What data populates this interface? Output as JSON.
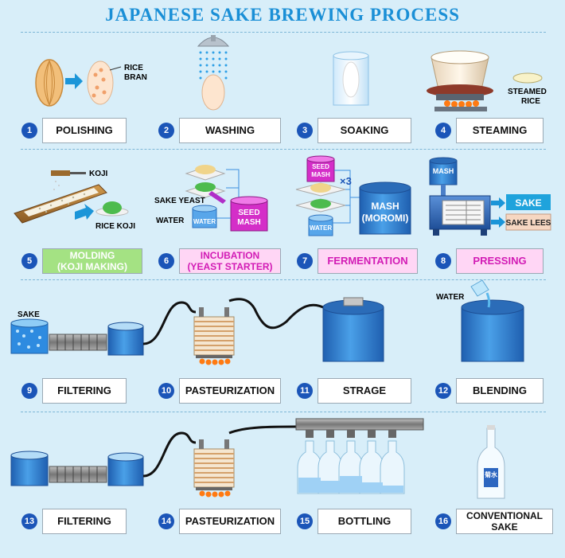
{
  "title": "JAPANESE SAKE BREWING PROCESS",
  "steps": [
    {
      "num": "1",
      "label": "POLISHING"
    },
    {
      "num": "2",
      "label": "WASHING"
    },
    {
      "num": "3",
      "label": "SOAKING"
    },
    {
      "num": "4",
      "label": "STEAMING"
    },
    {
      "num": "5",
      "label": "MOLDING",
      "label2": "(KOJI MAKING)"
    },
    {
      "num": "6",
      "label": "INCUBATION",
      "label2": "(YEAST STARTER)"
    },
    {
      "num": "7",
      "label": "FERMENTATION"
    },
    {
      "num": "8",
      "label": "PRESSING"
    },
    {
      "num": "9",
      "label": "FILTERING"
    },
    {
      "num": "10",
      "label": "PASTEURIZATION"
    },
    {
      "num": "11",
      "label": "STRAGE"
    },
    {
      "num": "12",
      "label": "BLENDING"
    },
    {
      "num": "13",
      "label": "FILTERING"
    },
    {
      "num": "14",
      "label": "PASTEURIZATION"
    },
    {
      "num": "15",
      "label": "BOTTLING"
    },
    {
      "num": "16",
      "label": "CONVENTIONAL SAKE"
    }
  ],
  "labels": {
    "rice": "RICE",
    "bran": "BRAN",
    "steamed": "STEAMED",
    "steamed_rice": "RICE",
    "koji": "KOJI",
    "rice_koji": "RICE KOJI",
    "sake_yeast": "SAKE YEAST",
    "water": "WATER",
    "water_tank": "WATER",
    "seed_mash_1": "SEED",
    "seed_mash_2": "MASH",
    "seed_small_1": "SEED",
    "seed_small_2": "MASH",
    "water_small": "WATER",
    "times3": "×3",
    "mash_big_1": "MASH",
    "mash_big_2": "(MOROMI)",
    "mash_press": "MASH",
    "out_sake": "SAKE",
    "out_lees": "SAKE LEES",
    "sake_tank": "SAKE",
    "water_pour": "WATER",
    "bottle_label": "菊水"
  },
  "colors": {
    "accent": "#1a8fd6",
    "number_badge": "#1b55b8",
    "molding_fill": "#a4e283",
    "pink_fill": "#ffd6f5",
    "pink_text": "#d21bb5",
    "tank_blue": "#2e78c8",
    "sake_box": "#1fa3dc",
    "lees_box": "#f6d7c2",
    "arrow": "#1b95d8"
  }
}
